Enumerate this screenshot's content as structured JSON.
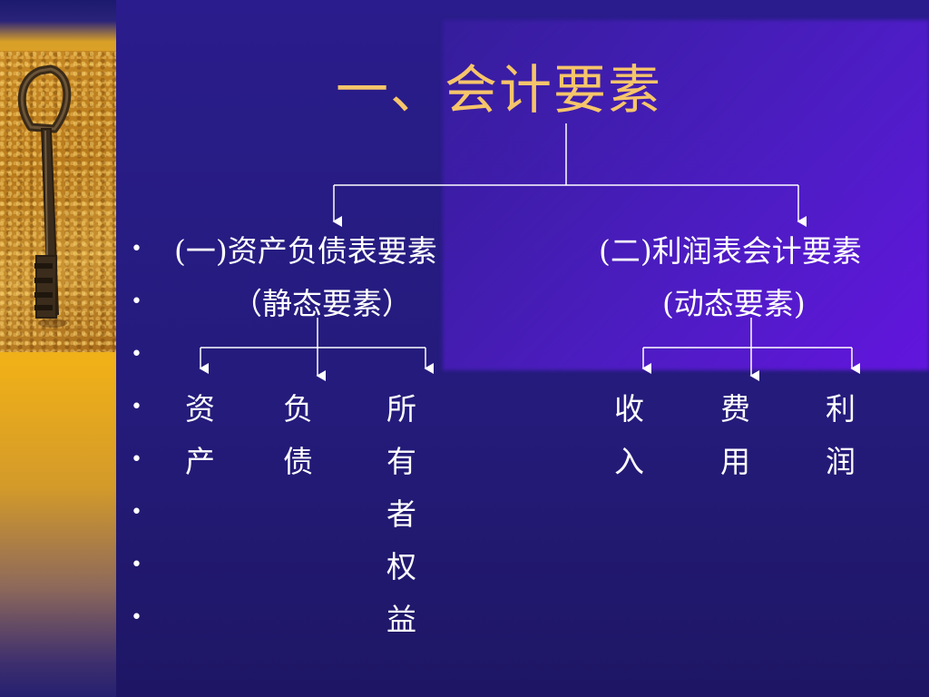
{
  "slide": {
    "title": "一、会计要素",
    "bullet_glyph": "•",
    "bullet_count": 8,
    "categories": [
      {
        "heading": "(一)资产负债表要素",
        "subheading": "（静态要素）",
        "elements": [
          {
            "chars": [
              "资",
              "产"
            ]
          },
          {
            "chars": [
              "负",
              "债"
            ]
          },
          {
            "chars": [
              "所",
              "有",
              "者",
              "权",
              "益"
            ]
          }
        ]
      },
      {
        "heading": "(二)利润表会计要素",
        "subheading": "(动态要素)",
        "elements": [
          {
            "chars": [
              "收",
              "入"
            ]
          },
          {
            "chars": [
              "费",
              "用"
            ]
          },
          {
            "chars": [
              "利",
              "润"
            ]
          }
        ]
      }
    ],
    "colors": {
      "background": "#2a1c8c",
      "title": "#f6c56a",
      "text": "#ffffff",
      "accent_strip": "#e8b020"
    },
    "image": {
      "icon": "old-iron-key-icon"
    }
  }
}
